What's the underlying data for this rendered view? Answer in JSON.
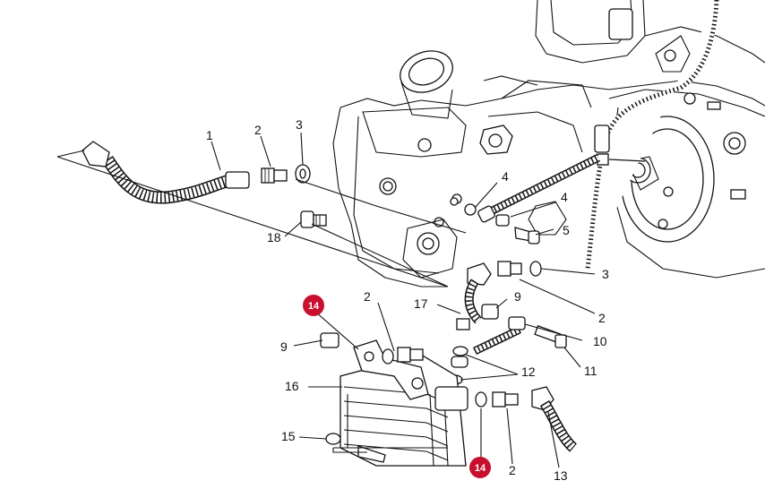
{
  "callouts": [
    {
      "id": "c1",
      "label": "1"
    },
    {
      "id": "c2a",
      "label": "2"
    },
    {
      "id": "c3a",
      "label": "3"
    },
    {
      "id": "c4a",
      "label": "4"
    },
    {
      "id": "c4b",
      "label": "4"
    },
    {
      "id": "c5",
      "label": "5"
    },
    {
      "id": "c18",
      "label": "18"
    },
    {
      "id": "c3b",
      "label": "3"
    },
    {
      "id": "c2b",
      "label": "2"
    },
    {
      "id": "c9a",
      "label": "9"
    },
    {
      "id": "c2c",
      "label": "2"
    },
    {
      "id": "c17",
      "label": "17"
    },
    {
      "id": "c9b",
      "label": "9"
    },
    {
      "id": "c10",
      "label": "10"
    },
    {
      "id": "c11",
      "label": "11"
    },
    {
      "id": "c12",
      "label": "12"
    },
    {
      "id": "c16",
      "label": "16"
    },
    {
      "id": "c15",
      "label": "15"
    },
    {
      "id": "c2d",
      "label": "2"
    },
    {
      "id": "c13",
      "label": "13"
    }
  ],
  "highlight_badges": [
    {
      "id": "b14a",
      "label": "14"
    },
    {
      "id": "b14b",
      "label": "14"
    }
  ],
  "colors": {
    "line": "#111111",
    "badge": "#c8102e",
    "background": "#ffffff"
  }
}
